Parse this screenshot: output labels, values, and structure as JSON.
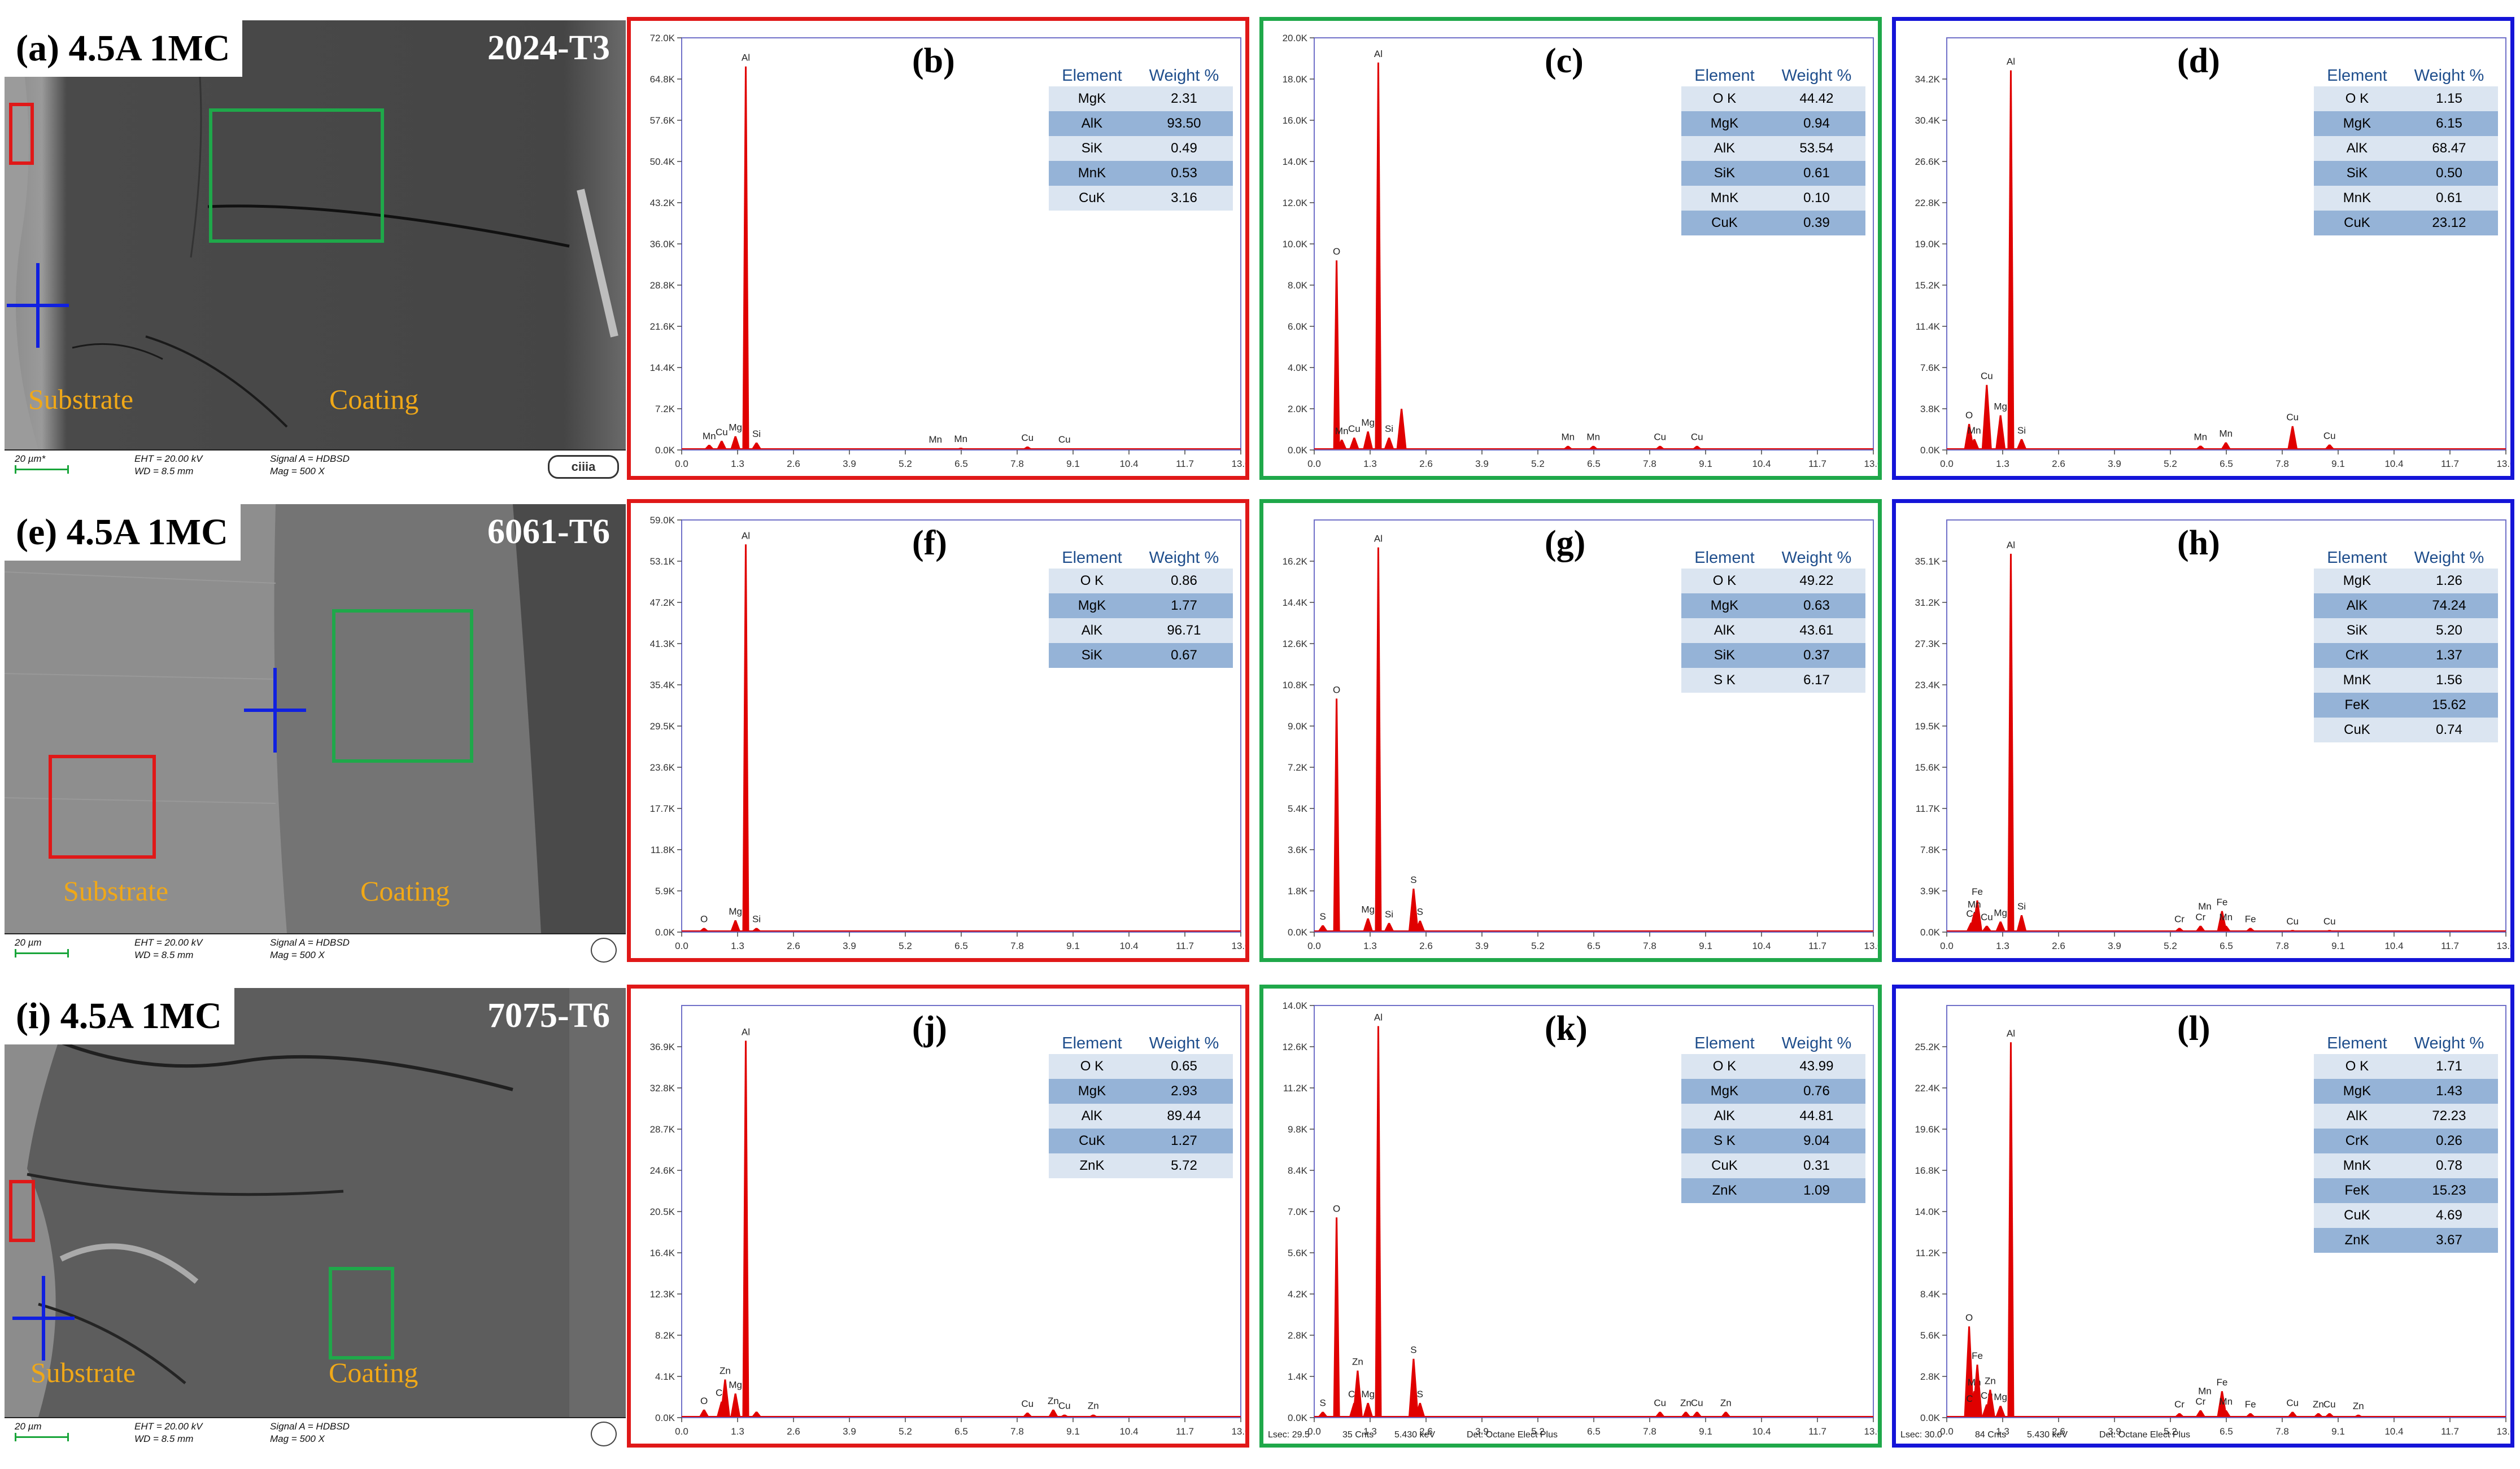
{
  "sem_rows": [
    {
      "label": "(a) 4.5A 1MC",
      "alloy": "2024-T3",
      "substrate": "Substrate",
      "coating": "Coating",
      "scale": "20 µm*",
      "eht": "EHT = 20.00 kV",
      "wd": "WD =  8.5 mm",
      "signal": "Signal A = HDBSD",
      "mag": "Mag =   500 X",
      "logo": "ciiia"
    },
    {
      "label": "(e) 4.5A 1MC",
      "alloy": "6061-T6",
      "substrate": "Substrate",
      "coating": "Coating",
      "scale": "20 µm",
      "eht": "EHT = 20.00 kV",
      "wd": "WD =  8.5 mm",
      "signal": "Signal A = HDBSD",
      "mag": "Mag =   500 X",
      "logo": ""
    },
    {
      "label": "(i) 4.5A 1MC",
      "alloy": "7075-T6",
      "substrate": "Substrate",
      "coating": "Coating",
      "scale": "20 µm",
      "eht": "EHT = 20.00 kV",
      "wd": "WD =  8.5 mm",
      "signal": "Signal A = HDBSD",
      "mag": "Mag =   500 X",
      "logo": ""
    }
  ],
  "colors": {
    "red": "#e01818",
    "green": "#1fa84a",
    "blue": "#1414d8",
    "spectrum": "#e00000",
    "frame": "#7070c8",
    "header": "#1f4e8c"
  },
  "x_ticks": [
    "0.0",
    "1.3",
    "2.6",
    "3.9",
    "5.2",
    "6.5",
    "7.8",
    "9.1",
    "10.4",
    "11.7",
    "13.0"
  ],
  "table_headers": {
    "element": "Element",
    "weight": "Weight %"
  },
  "chart_data": [
    {
      "type": "bar",
      "panel": "(b)",
      "frame": "red",
      "y_ticks": [
        "72.0K",
        "64.8K",
        "57.6K",
        "50.4K",
        "43.2K",
        "36.0K",
        "28.8K",
        "21.6K",
        "14.4K",
        "7.2K",
        "0.0K"
      ],
      "ymax": 72.0,
      "peaks": [
        {
          "x": 0.64,
          "y": 0.9,
          "label": "Mn"
        },
        {
          "x": 0.93,
          "y": 1.6,
          "label": "Cu"
        },
        {
          "x": 1.25,
          "y": 2.4,
          "label": "Mg"
        },
        {
          "x": 1.49,
          "y": 67.0,
          "label": "Al"
        },
        {
          "x": 1.74,
          "y": 1.3,
          "label": "Si"
        },
        {
          "x": 5.9,
          "y": 0.3,
          "label": "Mn"
        },
        {
          "x": 6.49,
          "y": 0.4,
          "label": "Mn"
        },
        {
          "x": 8.04,
          "y": 0.6,
          "label": "Cu"
        },
        {
          "x": 8.9,
          "y": 0.3,
          "label": "Cu"
        }
      ],
      "table": [
        [
          "MgK",
          "2.31"
        ],
        [
          "AlK",
          "93.50"
        ],
        [
          "SiK",
          "0.49"
        ],
        [
          "MnK",
          "0.53"
        ],
        [
          "CuK",
          "3.16"
        ]
      ],
      "footer": []
    },
    {
      "type": "bar",
      "panel": "(c)",
      "frame": "green",
      "y_ticks": [
        "20.0K",
        "18.0K",
        "16.0K",
        "14.0K",
        "12.0K",
        "10.0K",
        "8.0K",
        "6.0K",
        "4.0K",
        "2.0K",
        "0.0K"
      ],
      "ymax": 20.0,
      "peaks": [
        {
          "x": 0.52,
          "y": 9.2,
          "label": "O"
        },
        {
          "x": 0.64,
          "y": 0.5,
          "label": "Mn"
        },
        {
          "x": 0.93,
          "y": 0.6,
          "label": "Cu"
        },
        {
          "x": 1.25,
          "y": 0.9,
          "label": "Mg"
        },
        {
          "x": 1.49,
          "y": 18.8,
          "label": "Al"
        },
        {
          "x": 1.74,
          "y": 0.6,
          "label": "Si"
        },
        {
          "x": 2.03,
          "y": 2.0,
          "label": ""
        },
        {
          "x": 5.9,
          "y": 0.2,
          "label": "Mn"
        },
        {
          "x": 6.49,
          "y": 0.2,
          "label": "Mn"
        },
        {
          "x": 8.04,
          "y": 0.2,
          "label": "Cu"
        },
        {
          "x": 8.9,
          "y": 0.2,
          "label": "Cu"
        }
      ],
      "table": [
        [
          "O K",
          "44.42"
        ],
        [
          "MgK",
          "0.94"
        ],
        [
          "AlK",
          "53.54"
        ],
        [
          "SiK",
          "0.61"
        ],
        [
          "MnK",
          "0.10"
        ],
        [
          "CuK",
          "0.39"
        ]
      ],
      "footer": []
    },
    {
      "type": "bar",
      "panel": "(d)",
      "frame": "blue",
      "y_ticks": [
        "34.2K",
        "30.4K",
        "26.6K",
        "22.8K",
        "19.0K",
        "15.2K",
        "11.4K",
        "7.6K",
        "3.8K",
        "0.0K"
      ],
      "ymax": 38.0,
      "peaks": [
        {
          "x": 0.52,
          "y": 2.4,
          "label": "O"
        },
        {
          "x": 0.64,
          "y": 1.0,
          "label": "Mn"
        },
        {
          "x": 0.93,
          "y": 6.0,
          "label": "Cu"
        },
        {
          "x": 1.25,
          "y": 3.2,
          "label": "Mg"
        },
        {
          "x": 1.49,
          "y": 35.0,
          "label": "Al"
        },
        {
          "x": 1.74,
          "y": 1.0,
          "label": "Si"
        },
        {
          "x": 5.9,
          "y": 0.4,
          "label": "Mn"
        },
        {
          "x": 6.49,
          "y": 0.7,
          "label": "Mn"
        },
        {
          "x": 8.04,
          "y": 2.2,
          "label": "Cu"
        },
        {
          "x": 8.9,
          "y": 0.5,
          "label": "Cu"
        }
      ],
      "table": [
        [
          "O K",
          "1.15"
        ],
        [
          "MgK",
          "6.15"
        ],
        [
          "AlK",
          "68.47"
        ],
        [
          "SiK",
          "0.50"
        ],
        [
          "MnK",
          "0.61"
        ],
        [
          "CuK",
          "23.12"
        ]
      ],
      "footer": []
    },
    {
      "type": "bar",
      "panel": "(f)",
      "frame": "red",
      "y_ticks": [
        "59.0K",
        "53.1K",
        "47.2K",
        "41.3K",
        "35.4K",
        "29.5K",
        "23.6K",
        "17.7K",
        "11.8K",
        "5.9K",
        "0.0K"
      ],
      "ymax": 59.0,
      "peaks": [
        {
          "x": 0.52,
          "y": 0.6,
          "label": "O"
        },
        {
          "x": 1.25,
          "y": 1.7,
          "label": "Mg"
        },
        {
          "x": 1.49,
          "y": 55.5,
          "label": "Al"
        },
        {
          "x": 1.74,
          "y": 0.6,
          "label": "Si"
        }
      ],
      "table": [
        [
          "O K",
          "0.86"
        ],
        [
          "MgK",
          "1.77"
        ],
        [
          "AlK",
          "96.71"
        ],
        [
          "SiK",
          "0.67"
        ]
      ],
      "footer": []
    },
    {
      "type": "bar",
      "panel": "(g)",
      "frame": "green",
      "y_ticks": [
        "16.2K",
        "14.4K",
        "12.6K",
        "10.8K",
        "9.0K",
        "7.2K",
        "5.4K",
        "3.6K",
        "1.8K",
        "0.0K"
      ],
      "ymax": 18.0,
      "peaks": [
        {
          "x": 0.2,
          "y": 0.3,
          "label": "S"
        },
        {
          "x": 0.52,
          "y": 10.2,
          "label": "O"
        },
        {
          "x": 1.25,
          "y": 0.6,
          "label": "Mg"
        },
        {
          "x": 1.49,
          "y": 16.8,
          "label": "Al"
        },
        {
          "x": 1.74,
          "y": 0.4,
          "label": "Si"
        },
        {
          "x": 2.31,
          "y": 1.9,
          "label": "S"
        },
        {
          "x": 2.46,
          "y": 0.5,
          "label": "S"
        }
      ],
      "table": [
        [
          "O K",
          "49.22"
        ],
        [
          "MgK",
          "0.63"
        ],
        [
          "AlK",
          "43.61"
        ],
        [
          "SiK",
          "0.37"
        ],
        [
          "S K",
          "6.17"
        ]
      ],
      "footer": []
    },
    {
      "type": "bar",
      "panel": "(h)",
      "frame": "blue",
      "y_ticks": [
        "35.1K",
        "31.2K",
        "27.3K",
        "23.4K",
        "19.5K",
        "15.6K",
        "11.7K",
        "7.8K",
        "3.9K",
        "0.0K"
      ],
      "ymax": 39.0,
      "peaks": [
        {
          "x": 0.57,
          "y": 0.9,
          "label": "Cr"
        },
        {
          "x": 0.71,
          "y": 3.0,
          "label": "Fe"
        },
        {
          "x": 0.64,
          "y": 1.8,
          "label": "Mn"
        },
        {
          "x": 0.93,
          "y": 0.6,
          "label": "Cu"
        },
        {
          "x": 1.25,
          "y": 1.0,
          "label": "Mg"
        },
        {
          "x": 1.49,
          "y": 35.8,
          "label": "Al"
        },
        {
          "x": 1.74,
          "y": 1.6,
          "label": "Si"
        },
        {
          "x": 5.41,
          "y": 0.4,
          "label": "Cr"
        },
        {
          "x": 5.9,
          "y": 0.6,
          "label": "Cr"
        },
        {
          "x": 6.4,
          "y": 2.0,
          "label": "Fe"
        },
        {
          "x": 6.49,
          "y": 0.6,
          "label": "Mn"
        },
        {
          "x": 7.06,
          "y": 0.4,
          "label": "Fe"
        },
        {
          "x": 8.04,
          "y": 0.2,
          "label": "Cu"
        },
        {
          "x": 8.9,
          "y": 0.2,
          "label": "Cu"
        }
      ],
      "extra_labels": [
        {
          "x": 6.0,
          "y": 1.6,
          "label": "Mn"
        }
      ],
      "table": [
        [
          "MgK",
          "1.26"
        ],
        [
          "AlK",
          "74.24"
        ],
        [
          "SiK",
          "5.20"
        ],
        [
          "CrK",
          "1.37"
        ],
        [
          "MnK",
          "1.56"
        ],
        [
          "FeK",
          "15.62"
        ],
        [
          "CuK",
          "0.74"
        ]
      ],
      "footer": []
    },
    {
      "type": "bar",
      "panel": "(j)",
      "frame": "red",
      "y_ticks": [
        "36.9K",
        "32.8K",
        "28.7K",
        "24.6K",
        "20.5K",
        "16.4K",
        "12.3K",
        "8.2K",
        "4.1K",
        "0.0K"
      ],
      "ymax": 41.0,
      "peaks": [
        {
          "x": 0.52,
          "y": 0.8,
          "label": "O"
        },
        {
          "x": 0.93,
          "y": 1.6,
          "label": "Cu"
        },
        {
          "x": 1.01,
          "y": 3.8,
          "label": "Zn"
        },
        {
          "x": 1.25,
          "y": 2.4,
          "label": "Mg"
        },
        {
          "x": 1.49,
          "y": 37.5,
          "label": "Al"
        },
        {
          "x": 1.74,
          "y": 0.6,
          "label": ""
        },
        {
          "x": 8.04,
          "y": 0.5,
          "label": "Cu"
        },
        {
          "x": 8.64,
          "y": 0.8,
          "label": "Zn"
        },
        {
          "x": 8.9,
          "y": 0.3,
          "label": "Cu"
        },
        {
          "x": 9.57,
          "y": 0.3,
          "label": "Zn"
        }
      ],
      "table": [
        [
          "O K",
          "0.65"
        ],
        [
          "MgK",
          "2.93"
        ],
        [
          "AlK",
          "89.44"
        ],
        [
          "CuK",
          "1.27"
        ],
        [
          "ZnK",
          "5.72"
        ]
      ],
      "footer": []
    },
    {
      "type": "bar",
      "panel": "(k)",
      "frame": "green",
      "y_ticks": [
        "14.0K",
        "12.6K",
        "11.2K",
        "9.8K",
        "8.4K",
        "7.0K",
        "5.6K",
        "4.2K",
        "2.8K",
        "1.4K",
        "0.0K"
      ],
      "ymax": 14.0,
      "peaks": [
        {
          "x": 0.2,
          "y": 0.2,
          "label": "S"
        },
        {
          "x": 0.52,
          "y": 6.8,
          "label": "O"
        },
        {
          "x": 0.93,
          "y": 0.5,
          "label": "Cu"
        },
        {
          "x": 1.01,
          "y": 1.6,
          "label": "Zn"
        },
        {
          "x": 1.25,
          "y": 0.5,
          "label": "Mg"
        },
        {
          "x": 1.49,
          "y": 13.3,
          "label": "Al"
        },
        {
          "x": 2.31,
          "y": 2.0,
          "label": "S"
        },
        {
          "x": 2.46,
          "y": 0.5,
          "label": "S"
        },
        {
          "x": 8.04,
          "y": 0.2,
          "label": "Cu"
        },
        {
          "x": 8.64,
          "y": 0.2,
          "label": "Zn"
        },
        {
          "x": 8.9,
          "y": 0.2,
          "label": "Cu"
        },
        {
          "x": 9.57,
          "y": 0.2,
          "label": "Zn"
        }
      ],
      "table": [
        [
          "O K",
          "43.99"
        ],
        [
          "MgK",
          "0.76"
        ],
        [
          "AlK",
          "44.81"
        ],
        [
          "S K",
          "9.04"
        ],
        [
          "CuK",
          "0.31"
        ],
        [
          "ZnK",
          "1.09"
        ]
      ],
      "footer": [
        "Lsec: 29.5",
        "35 Cnts",
        "5.430 keV",
        "Det: Octane Elect Plus"
      ]
    },
    {
      "type": "bar",
      "panel": "(l)",
      "frame": "blue",
      "y_ticks": [
        "25.2K",
        "22.4K",
        "19.6K",
        "16.8K",
        "14.0K",
        "11.2K",
        "8.4K",
        "5.6K",
        "2.8K",
        "0.0K"
      ],
      "ymax": 28.0,
      "peaks": [
        {
          "x": 0.52,
          "y": 6.2,
          "label": "O"
        },
        {
          "x": 0.57,
          "y": 0.7,
          "label": "Cr"
        },
        {
          "x": 0.64,
          "y": 1.8,
          "label": "Mn"
        },
        {
          "x": 0.71,
          "y": 3.6,
          "label": "Fe"
        },
        {
          "x": 0.93,
          "y": 0.9,
          "label": "Cu"
        },
        {
          "x": 1.01,
          "y": 1.9,
          "label": "Zn"
        },
        {
          "x": 1.25,
          "y": 0.8,
          "label": "Mg"
        },
        {
          "x": 1.49,
          "y": 25.5,
          "label": "Al"
        },
        {
          "x": 5.41,
          "y": 0.3,
          "label": "Cr"
        },
        {
          "x": 5.9,
          "y": 0.5,
          "label": "Cr"
        },
        {
          "x": 6.4,
          "y": 1.8,
          "label": "Fe"
        },
        {
          "x": 6.49,
          "y": 0.5,
          "label": "Mn"
        },
        {
          "x": 7.06,
          "y": 0.3,
          "label": "Fe"
        },
        {
          "x": 8.04,
          "y": 0.4,
          "label": "Cu"
        },
        {
          "x": 8.64,
          "y": 0.3,
          "label": "Zn"
        },
        {
          "x": 8.9,
          "y": 0.3,
          "label": "Cu"
        },
        {
          "x": 9.57,
          "y": 0.2,
          "label": "Zn"
        }
      ],
      "extra_labels": [
        {
          "x": 6.0,
          "y": 1.2,
          "label": "Mn"
        }
      ],
      "table": [
        [
          "O K",
          "1.71"
        ],
        [
          "MgK",
          "1.43"
        ],
        [
          "AlK",
          "72.23"
        ],
        [
          "CrK",
          "0.26"
        ],
        [
          "MnK",
          "0.78"
        ],
        [
          "FeK",
          "15.23"
        ],
        [
          "CuK",
          "4.69"
        ],
        [
          "ZnK",
          "3.67"
        ]
      ],
      "footer": [
        "Lsec: 30.0",
        "84 Cnts",
        "5.430 keV",
        "Det: Octane Elect Plus"
      ]
    }
  ]
}
